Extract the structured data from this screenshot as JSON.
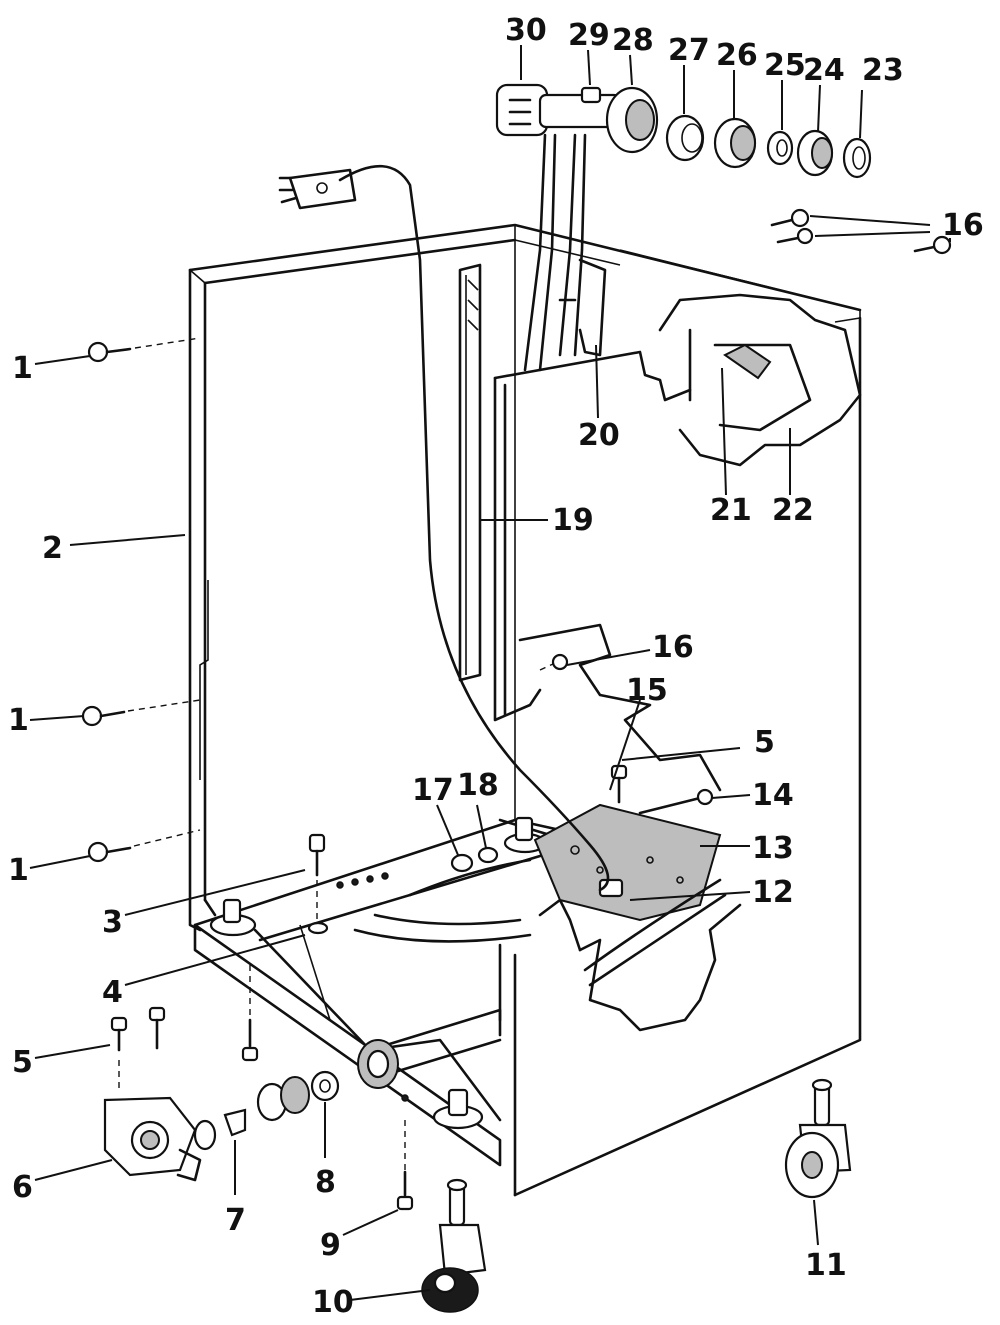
{
  "callouts": [
    {
      "id": "callout-30",
      "text": "30"
    },
    {
      "id": "callout-29",
      "text": "29"
    },
    {
      "id": "callout-28",
      "text": "28"
    },
    {
      "id": "callout-27",
      "text": "27"
    },
    {
      "id": "callout-26",
      "text": "26"
    },
    {
      "id": "callout-25",
      "text": "25"
    },
    {
      "id": "callout-24",
      "text": "24"
    },
    {
      "id": "callout-23",
      "text": "23"
    },
    {
      "id": "callout-16-top",
      "text": "16"
    },
    {
      "id": "callout-20",
      "text": "20"
    },
    {
      "id": "callout-21",
      "text": "21"
    },
    {
      "id": "callout-22",
      "text": "22"
    },
    {
      "id": "callout-19",
      "text": "19"
    },
    {
      "id": "callout-16-mid",
      "text": "16"
    },
    {
      "id": "callout-15",
      "text": "15"
    },
    {
      "id": "callout-5-right",
      "text": "5"
    },
    {
      "id": "callout-14",
      "text": "14"
    },
    {
      "id": "callout-13",
      "text": "13"
    },
    {
      "id": "callout-12",
      "text": "12"
    },
    {
      "id": "callout-17",
      "text": "17"
    },
    {
      "id": "callout-18",
      "text": "18"
    },
    {
      "id": "callout-1-top",
      "text": "1"
    },
    {
      "id": "callout-2",
      "text": "2"
    },
    {
      "id": "callout-1-mid",
      "text": "1"
    },
    {
      "id": "callout-1-bottom",
      "text": "1"
    },
    {
      "id": "callout-3",
      "text": "3"
    },
    {
      "id": "callout-4",
      "text": "4"
    },
    {
      "id": "callout-5-left",
      "text": "5"
    },
    {
      "id": "callout-6",
      "text": "6"
    },
    {
      "id": "callout-7",
      "text": "7"
    },
    {
      "id": "callout-8",
      "text": "8"
    },
    {
      "id": "callout-9",
      "text": "9"
    },
    {
      "id": "callout-10",
      "text": "10"
    },
    {
      "id": "callout-11",
      "text": "11"
    }
  ]
}
